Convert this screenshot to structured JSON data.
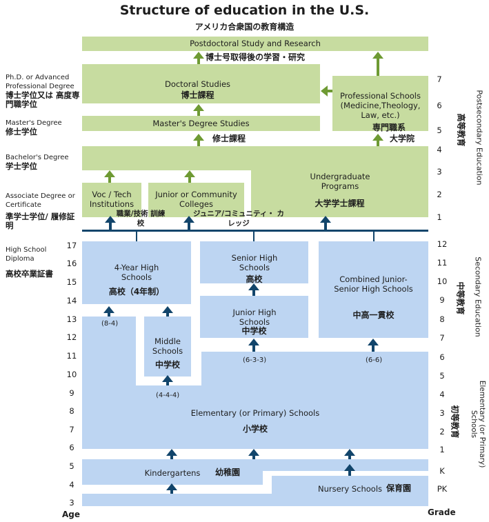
{
  "title": "Structure of education in the U.S.",
  "subtitle_jp": "アメリカ合衆国の教育構造",
  "boxes": {
    "postdoc_en": "Postdoctoral Study and Research",
    "postdoc_jp": "博士号取得後の学習・研究",
    "doctoral_en": "Doctoral Studies",
    "doctoral_jp": "博士課程",
    "professional_en": "Professional Schools (Medicine,Theology, Law, etc.)",
    "professional_jp1": "専門職系",
    "professional_jp2": "大学院",
    "masters_en": "Master's Degree Studies",
    "masters_jp": "修士課程",
    "voc_en": "Voc / Tech Institutions",
    "voc_jp": "職業/技術 訓練校",
    "junior_college_en": "Junior or Community Colleges",
    "junior_college_jp": "ジュニア/コミュニティ・ カレッジ",
    "undergrad_en": "Undergraduate Programs",
    "undergrad_jp": "大学学士課程",
    "four_year_en": "4-Year High Schools",
    "four_year_jp": "高校（4年制）",
    "middle_en": "Middle Schools",
    "middle_jp": "中学校",
    "senior_high_en": "Senior High Schools",
    "senior_high_jp": "高校",
    "junior_high_en": "Junior High Schools",
    "junior_high_jp": "中学校",
    "combined_en": "Combined Junior-Senior High Schools",
    "combined_jp": "中高一貫校",
    "elementary_en": "Elementary (or Primary) Schools",
    "elementary_jp": "小学校",
    "kindergarten_en": "Kindergartens",
    "kindergarten_jp": "幼稚園",
    "nursery_en": "Nursery Schools",
    "nursery_jp": "保育園",
    "label_8_4": "(8-4)",
    "label_4_4_4": "(4-4-4)",
    "label_6_3_3": "(6-3-3)",
    "label_6_6": "(6-6)"
  },
  "left_labels": {
    "phd_en": "Ph.D. or Advanced Professional Degree",
    "phd_jp": "博士学位又は 高度専門職学位",
    "masters_en": "Master's Degree",
    "masters_jp": "修士学位",
    "bachelors_en": "Bachelor's Degree",
    "bachelors_jp": "学士学位",
    "associate_en": "Associate Degree or Certificate",
    "associate_jp": "準学士学位/ 履修証明",
    "hs_en": "High School Diploma",
    "hs_jp": "高校卒業証書"
  },
  "ages": [
    "17",
    "16",
    "15",
    "14",
    "13",
    "12",
    "11",
    "10",
    "9",
    "8",
    "7",
    "6",
    "5",
    "4",
    "3"
  ],
  "grades_post": [
    "7",
    "6",
    "5",
    "4",
    "3",
    "2",
    "1"
  ],
  "grades_k12": [
    "12",
    "11",
    "10",
    "9",
    "8",
    "7",
    "6",
    "5",
    "4",
    "3",
    "2",
    "1",
    "K",
    "PK"
  ],
  "age_axis_label": "Age",
  "grade_axis_label": "Grade",
  "right_labels": {
    "postsecondary_en": "Postsecondary Education",
    "postsecondary_jp": "高等教育",
    "secondary_en": "Secondary Education",
    "secondary_jp": "中等教育",
    "elementary_en": "Elementary (or Primary) Schools",
    "elementary_jp": "初等教育"
  },
  "colors": {
    "postsecondary": "#c7dca0",
    "k12": "#bdd5f2",
    "green_arrow": "#6e9a33",
    "navy": "#12456b"
  }
}
